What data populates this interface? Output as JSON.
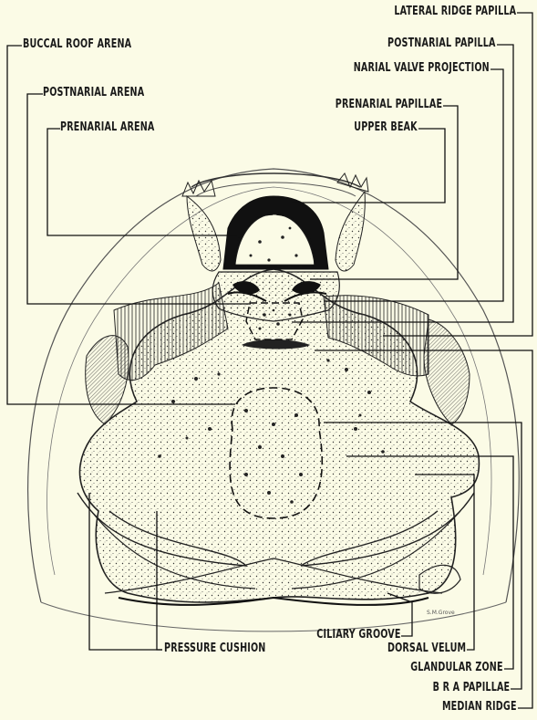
{
  "labels": {
    "buccal_roof_arena": "BUCCAL ROOF ARENA",
    "postnarial_arena": "POSTNARIAL ARENA",
    "prenarial_arena": "PRENARIAL ARENA",
    "lateral_ridge_papilla": "LATERAL RIDGE PAPILLA",
    "postnarial_papilla": "POSTNARIAL PAPILLA",
    "narial_valve_projection": "NARIAL VALVE PROJECTION",
    "prenarial_papillae": "PRENARIAL PAPILLAE",
    "upper_beak": "UPPER BEAK",
    "ciliary_groove": "CILIARY GROOVE",
    "pressure_cushion": "PRESSURE CUSHION",
    "dorsal_velum": "DORSAL VELUM",
    "glandular_zone": "GLANDULAR ZONE",
    "bra_papillae": "B R A  PAPILLAE",
    "median_ridge": "MEDIAN RIDGE"
  },
  "artist_signature": "S.M.Grove"
}
